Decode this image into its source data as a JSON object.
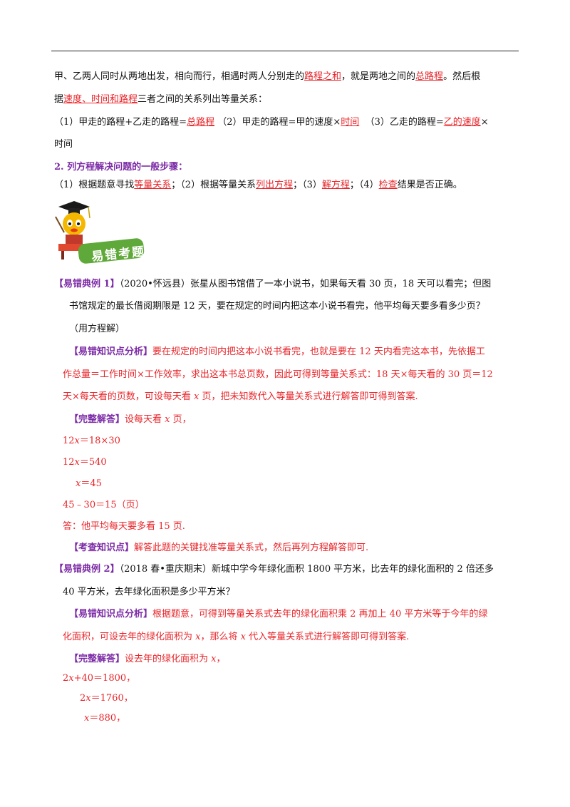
{
  "intro": {
    "l1_a": "甲、乙两人同时从两地出发，相向而行，相遇时两人分别走的",
    "l1_b": "路程之和",
    "l1_c": "，就是两地之间的",
    "l1_d": "总路程",
    "l1_e": "。然后根",
    "l2_a": "据",
    "l2_b": "速度、时间和路程",
    "l2_c": "三者之间的关系列出等量关系：",
    "l3_a": "（1）甲走的路程+乙走的路程=",
    "l3_b": "总路程",
    "l3_c": "（2）甲走的路程=甲的速度×",
    "l3_d": "时间",
    "l3_e": "（3）乙走的路程=",
    "l3_f": "乙的速度",
    "l3_g": "×",
    "l4": "时间"
  },
  "steps": {
    "heading": "2. 列方程解决问题的一般步骤：",
    "a": "（1）根据题意寻找",
    "b": "等量关系",
    "c": "；（2）根据等量关系",
    "d": "列出方程",
    "e": "；（3）",
    "f": "解方程",
    "g": "；（4）",
    "h": "检查",
    "i": "结果是否正确。"
  },
  "banner": {
    "label": "易错考题"
  },
  "ex1": {
    "tag": "【易错典例 1】",
    "q1": "（2020•怀远县）张星从图书馆借了一本小说书，如果每天看 30 页，18 天可以看完；但图",
    "q2": "书馆规定的最长借阅期限是 12 天，要在规定的时间内把这本小说书看完，他平均每天要多看多少页？",
    "q3": "（用方程解）",
    "an_tag": "【易错知识点分析】",
    "an1": "要在规定的时间内把这本小说书看完，也就是要在 12 天内看完这本书，先依据工",
    "an2": "作总量＝工作时间×工作效率，求出这本书总页数，因此可得到等量关系式：18 天×每天看的 30 页＝12",
    "an3a": "天×每天看的页数，可设每天看 ",
    "an3x": "x",
    "an3b": " 页，把未知数代入等量关系式进行解答即可得到答案.",
    "sol_tag": "【完整解答】",
    "sol_a": "设每天看 ",
    "sol_x": "x",
    "sol_b": " 页，",
    "e1a": "12",
    "e1x": "x",
    "e1b": "＝18×30",
    "e2a": "12",
    "e2x": "x",
    "e2b": "＝540",
    "e3x": "x",
    "e3b": "＝45",
    "e4": "45﹣30＝15（页）",
    "e5": "答：他平均每天要多看 15 页.",
    "kp_tag": "【考查知识点】",
    "kp": "解答此题的关键找准等量关系式，然后再列方程解答即可."
  },
  "ex2": {
    "tag": "【易错典例 2】",
    "q1": "（2018 春•重庆期末）新城中学今年绿化面积 1800 平方米，比去年的绿化面积的 2 倍还多",
    "q2": "40 平方米，去年绿化面积是多少平方米？",
    "an_tag": "【易错知识点分析】",
    "an1": "根据题意，可得到等量关系式去年的绿化面积乘 2 再加上 40 平方米等于今年的绿",
    "an2a": "化面积，可设去年的绿化面积为 ",
    "an2x": "x",
    "an2b": "，那么将 ",
    "an2x2": "x",
    "an2c": " 代入等量关系式进行解答即可得到答案.",
    "sol_tag": "【完整解答】",
    "sol_a": "设去年的绿化面积为 ",
    "sol_x": "x",
    "sol_b": "，",
    "e1a": "2",
    "e1x": "x",
    "e1b": "+40＝1800，",
    "e2a": "2",
    "e2x": "x",
    "e2b": "＝1760，",
    "e3x": "x",
    "e3b": "＝880，"
  }
}
